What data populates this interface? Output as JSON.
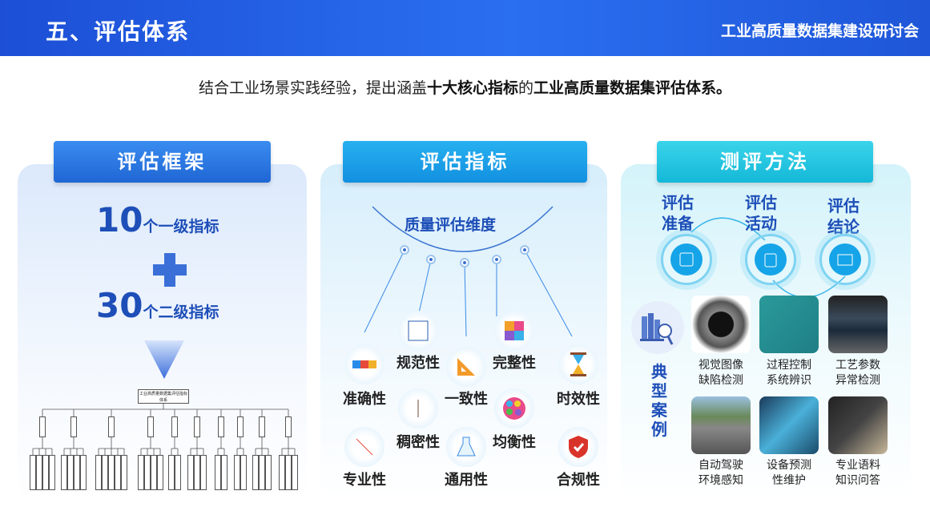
{
  "header": {
    "title": "五、评估体系",
    "conference": "工业高质量数据集建设研讨会"
  },
  "subtitle": {
    "part1": "结合工业场景实践经验，提出涵盖",
    "part2": "十大核心指标",
    "part3": "的",
    "part4": "工业高质量数据集评估体系",
    "part5": "。"
  },
  "framework": {
    "tab": "评估框架",
    "level1_number": "10",
    "level1_label": "个一级指标",
    "level2_number": "30",
    "level2_label": "个二级指标",
    "tree_root": "工业高质量数据集评估指标体系",
    "colors": {
      "tab": "#2a7be0"
    }
  },
  "indicators": {
    "tab": "评估指标",
    "center": "质量评估维度",
    "items": [
      {
        "label": "准确性",
        "icon": "cubes-icon"
      },
      {
        "label": "规范性",
        "icon": "ruler-pencil-icon"
      },
      {
        "label": "一致性",
        "icon": "set-square-icon"
      },
      {
        "label": "完整性",
        "icon": "puzzle-icon"
      },
      {
        "label": "时效性",
        "icon": "hourglass-icon"
      },
      {
        "label": "稠密性",
        "icon": "scale-icon"
      },
      {
        "label": "均衡性",
        "icon": "dots-ball-icon"
      },
      {
        "label": "专业性",
        "icon": "tools-icon"
      },
      {
        "label": "通用性",
        "icon": "flask-icon"
      },
      {
        "label": "合规性",
        "icon": "shield-icon"
      }
    ]
  },
  "methods": {
    "tab": "测评方法",
    "steps": [
      {
        "l1": "评估",
        "l2": "准备",
        "icon": "database-icon"
      },
      {
        "l1": "评估",
        "l2": "活动",
        "icon": "clipboard-icon"
      },
      {
        "l1": "评估",
        "l2": "结论",
        "icon": "envelope-icon"
      }
    ],
    "cases_title": [
      "典",
      "型",
      "案",
      "例"
    ],
    "cases": [
      {
        "l1": "视觉图像",
        "l2": "缺陷检测"
      },
      {
        "l1": "过程控制",
        "l2": "系统辨识"
      },
      {
        "l1": "工艺参数",
        "l2": "异常检测"
      },
      {
        "l1": "自动驾驶",
        "l2": "环境感知"
      },
      {
        "l1": "设备预测",
        "l2": "性维护"
      },
      {
        "l1": "专业语料",
        "l2": "知识问答"
      }
    ]
  }
}
